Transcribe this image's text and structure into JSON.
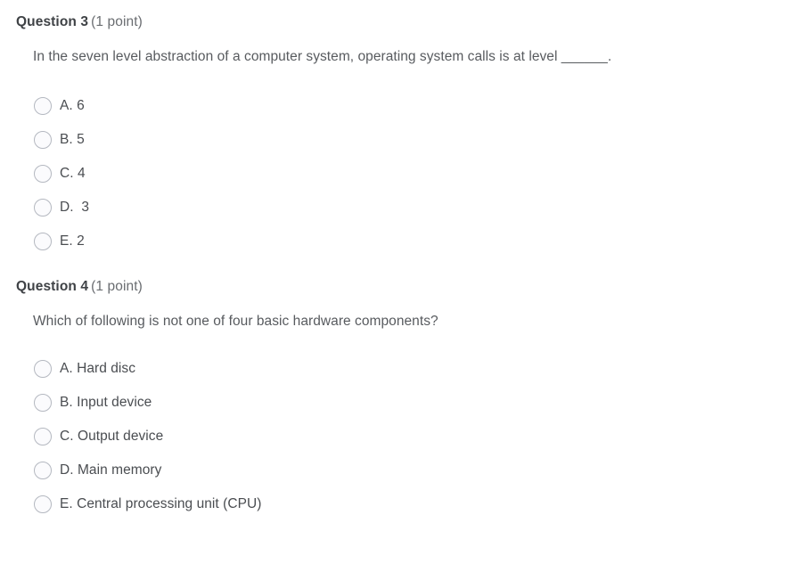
{
  "page": {
    "background_color": "#ffffff",
    "text_color": "#585b5f",
    "heading_color": "#3f4246",
    "radio_border_color": "#b4b8c0",
    "radio_fill_color": "#fbfbfd"
  },
  "questions": [
    {
      "label": "Question 3",
      "points": "(1 point)",
      "text": "In the seven level abstraction of a computer system, operating system calls is at level ______.",
      "options": [
        {
          "text": "A. 6"
        },
        {
          "text": "B. 5"
        },
        {
          "text": "C. 4"
        },
        {
          "text": "D.  3"
        },
        {
          "text": "E. 2"
        }
      ]
    },
    {
      "label": "Question 4",
      "points": "(1 point)",
      "text": "Which of following is not one of four basic hardware components?",
      "options": [
        {
          "text": "A. Hard disc"
        },
        {
          "text": "B. Input device"
        },
        {
          "text": "C. Output device"
        },
        {
          "text": "D. Main memory"
        },
        {
          "text": "E. Central processing unit (CPU)"
        }
      ]
    }
  ]
}
